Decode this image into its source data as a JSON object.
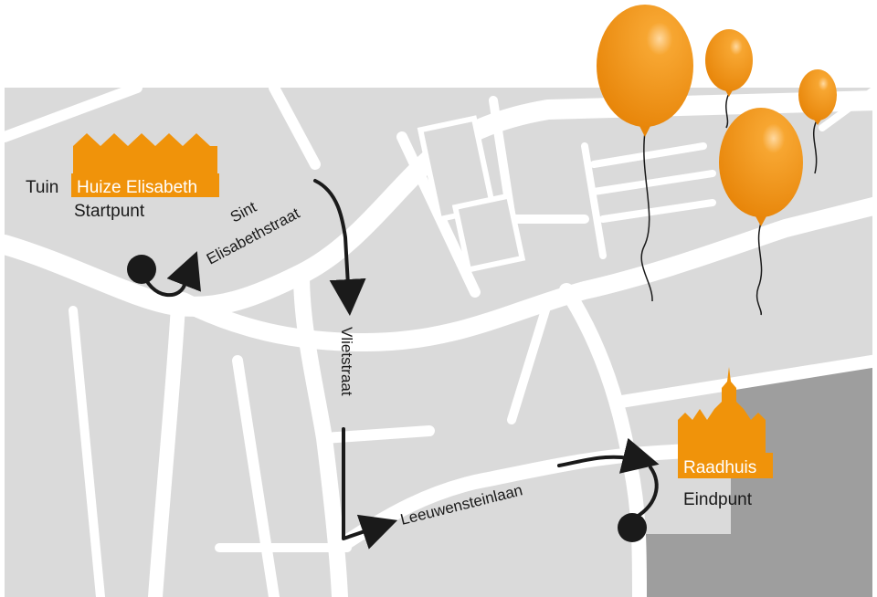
{
  "start": {
    "prefix": "Tuin",
    "name": "Huize Elisabeth",
    "caption": "Startpunt",
    "icon": "building-icon"
  },
  "end": {
    "name": "Raadhuis",
    "caption": "Eindpunt",
    "icon": "town-hall-icon"
  },
  "streets": {
    "street1_line1": "Sint",
    "street1_line2": "Elisabethstraat",
    "street2": "Vlietstraat",
    "street3": "Leeuwensteinlaan"
  },
  "decorations": {
    "balloons": "balloon-icon"
  },
  "colors": {
    "accent": "#f0930a",
    "map_block": "#dadada",
    "map_block_dark": "#9e9e9e",
    "road": "#ffffff",
    "route": "#1a1a1a"
  }
}
